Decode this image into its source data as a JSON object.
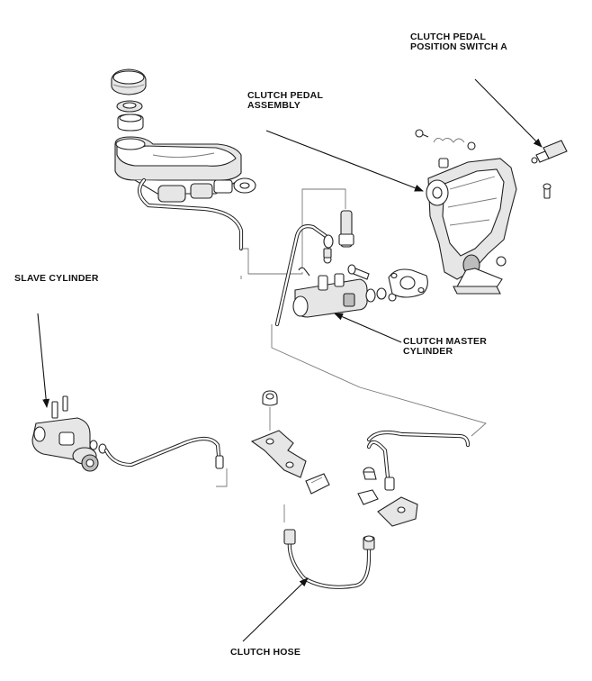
{
  "labels": {
    "clutch_pedal_position_switch": [
      "CLUTCH PEDAL",
      "POSITION SWITCH A"
    ],
    "clutch_pedal_assembly": [
      "CLUTCH PEDAL",
      "ASSEMBLY"
    ],
    "slave_cylinder": [
      "SLAVE CYLINDER"
    ],
    "clutch_master_cylinder": [
      "CLUTCH MASTER",
      "CYLINDER"
    ],
    "clutch_hose": [
      "CLUTCH HOSE"
    ]
  },
  "colors": {
    "line": "#222222",
    "leader": "#111111",
    "fill_light": "#e6e6e6",
    "fill_dark": "#bdbdbd",
    "background": "#ffffff"
  }
}
